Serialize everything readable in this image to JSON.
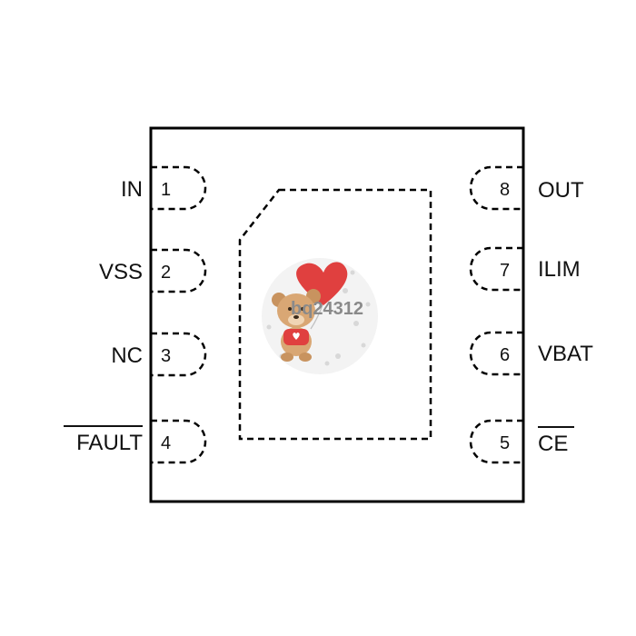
{
  "package": {
    "part_number": "bq24312",
    "pins": {
      "left": [
        {
          "number": "1",
          "name": "IN",
          "overline": false
        },
        {
          "number": "2",
          "name": "VSS",
          "overline": false
        },
        {
          "number": "3",
          "name": "NC",
          "overline": false
        },
        {
          "number": "4",
          "name": "FAULT",
          "overline": true
        }
      ],
      "right": [
        {
          "number": "8",
          "name": "OUT",
          "overline": false
        },
        {
          "number": "7",
          "name": "ILIM",
          "overline": false
        },
        {
          "number": "6",
          "name": "VBAT",
          "overline": false
        },
        {
          "number": "5",
          "name": "CE",
          "overline": true
        }
      ]
    }
  },
  "colors": {
    "outline": "#000000",
    "text": "#111111",
    "heart": "#e0403f",
    "bear": "#d9a774",
    "watermark_text": "#8a8a8a"
  },
  "watermark": {
    "type": "teddy-bear-with-heart-balloon"
  }
}
